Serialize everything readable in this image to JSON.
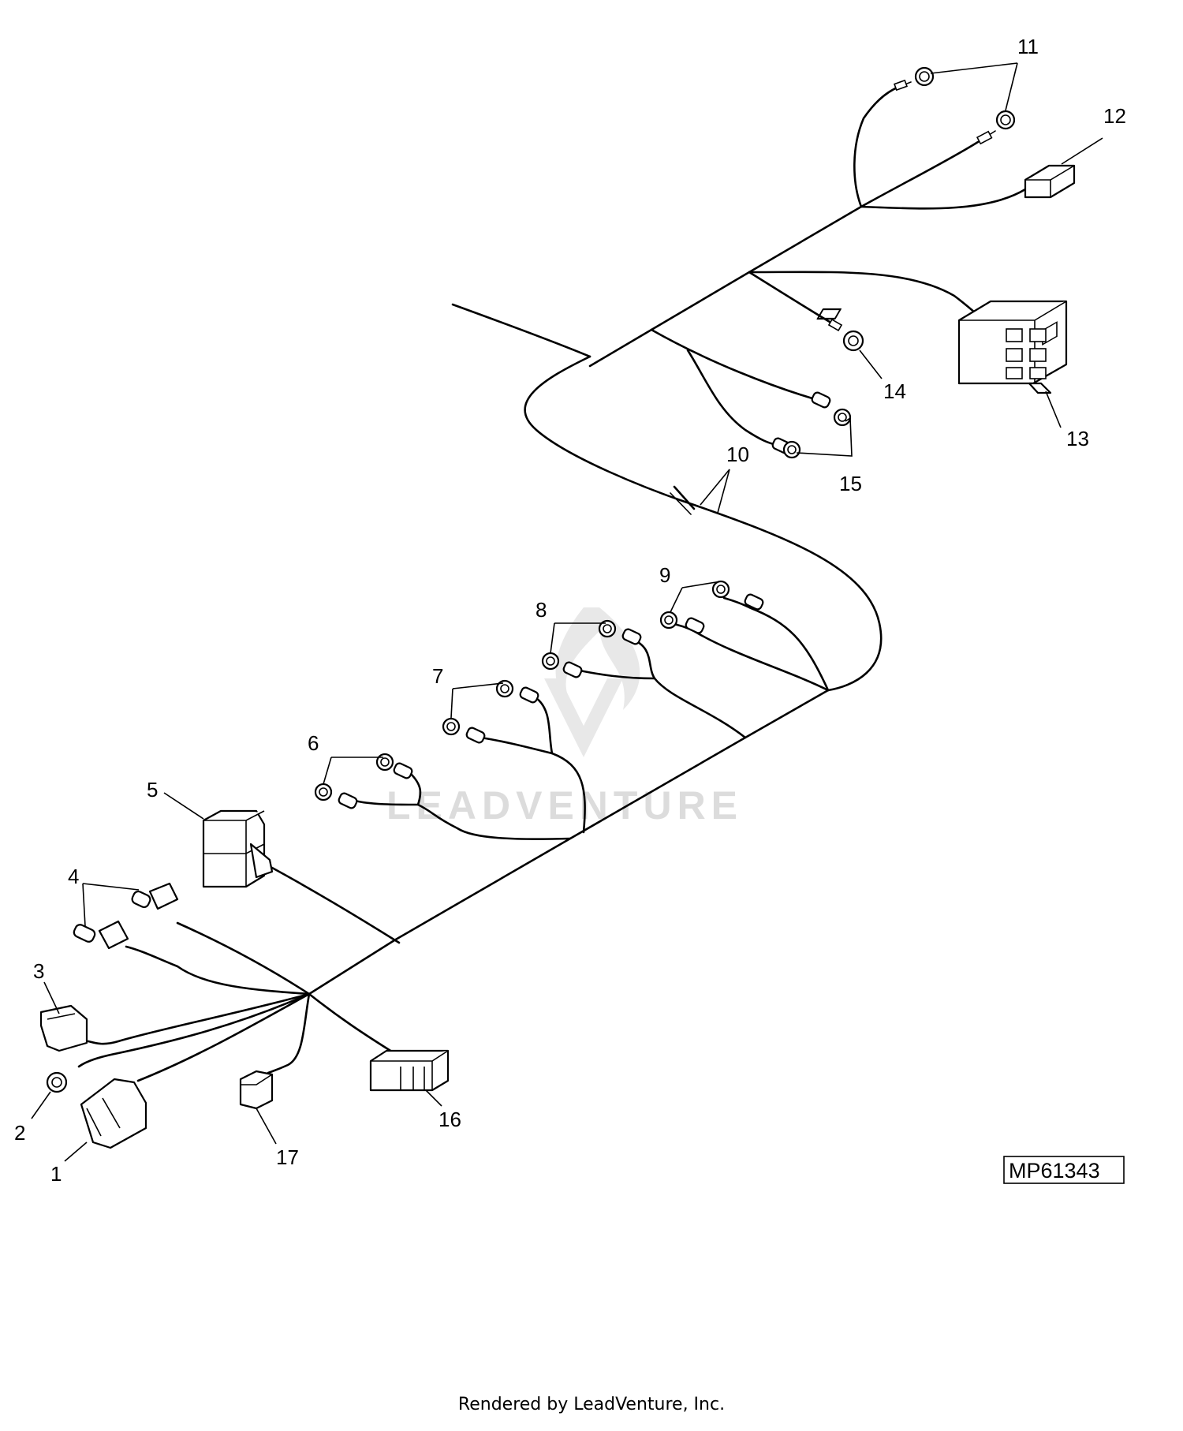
{
  "diagram": {
    "callouts": [
      "1",
      "2",
      "3",
      "4",
      "5",
      "6",
      "7",
      "8",
      "9",
      "10",
      "11",
      "12",
      "13",
      "14",
      "15",
      "16",
      "17"
    ],
    "reference_code": "MP61343",
    "watermark": "LEADVENTURE"
  },
  "footer": {
    "text": "Rendered by LeadVenture, Inc."
  }
}
